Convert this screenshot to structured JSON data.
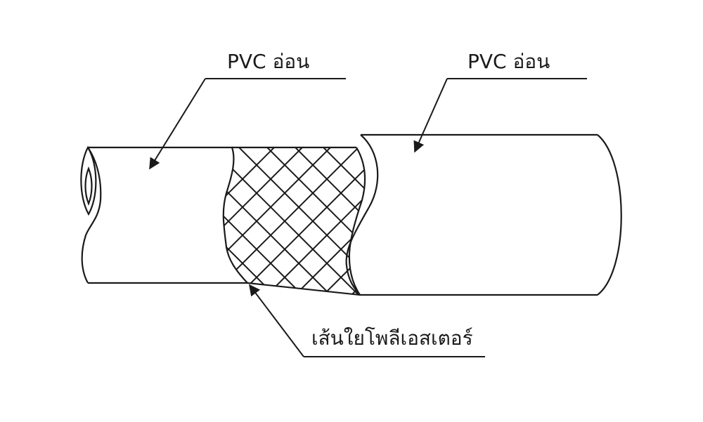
{
  "labels": {
    "inner_layer": "PVC อ่อน",
    "outer_layer": "PVC อ่อน",
    "reinforcement": "เส้นใยโพลีเอสเตอร์"
  },
  "colors": {
    "stroke": "#1a1a1a",
    "background": "#ffffff"
  }
}
